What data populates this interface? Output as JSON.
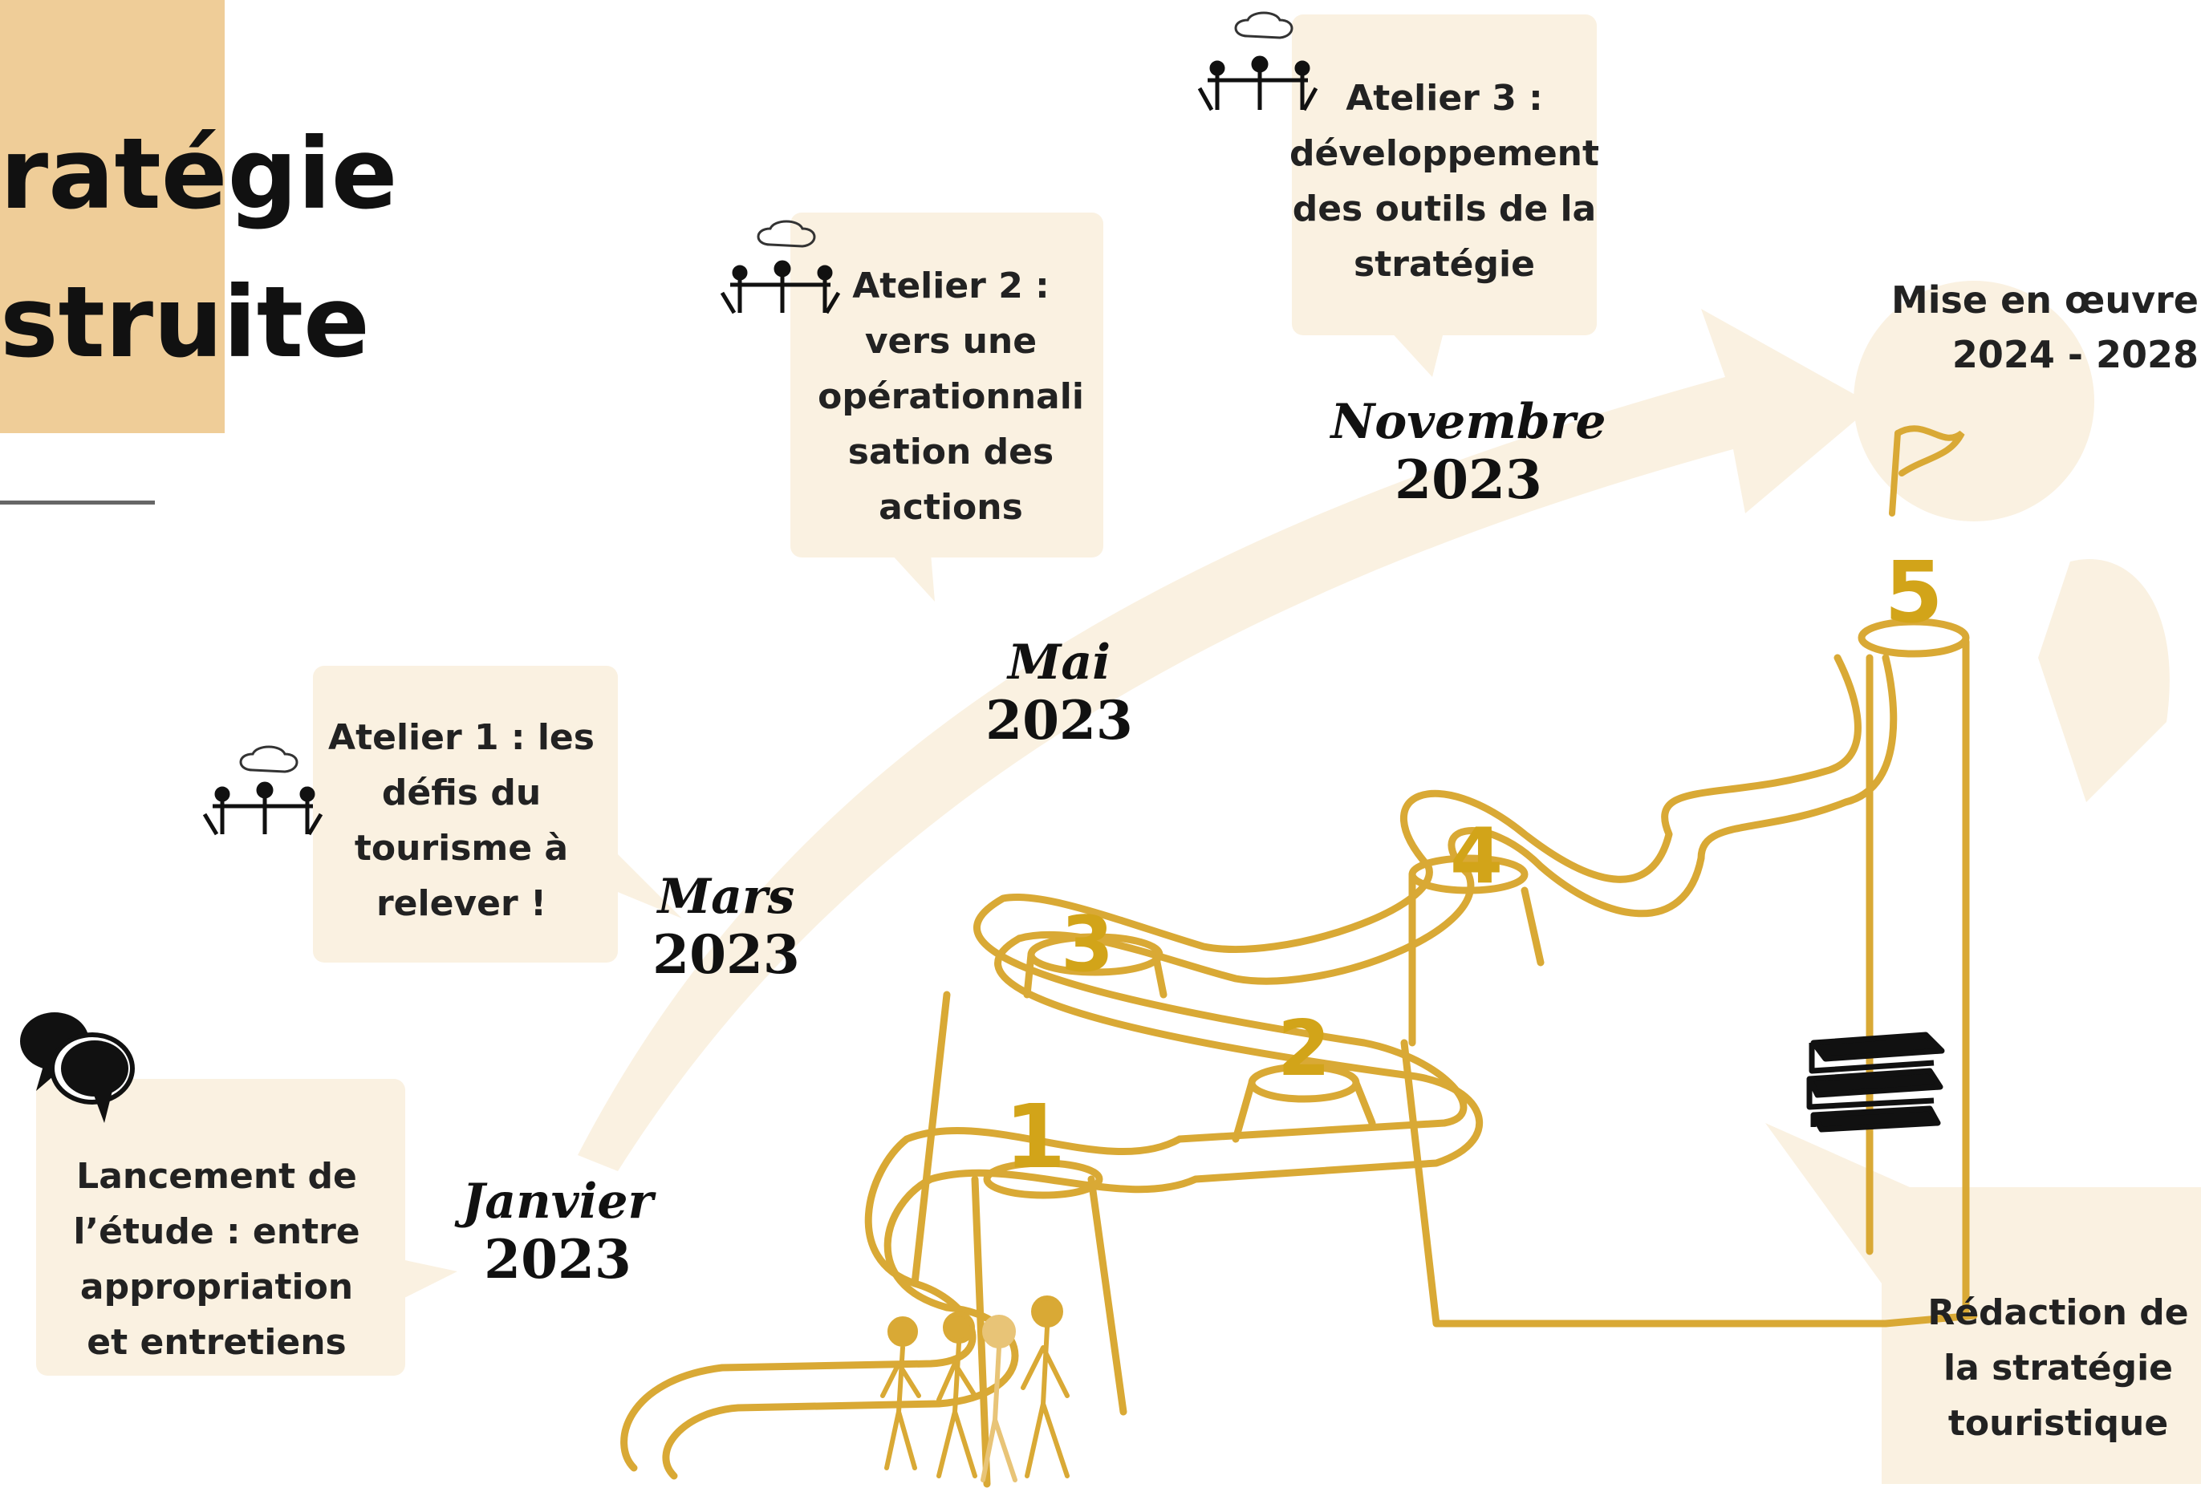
{
  "title": {
    "line1": "ratégie",
    "line2": "struite"
  },
  "milestones": [
    {
      "text": "Lancement de l’étude : entre appropriation et entretiens",
      "month": "Janvier",
      "year": "2023"
    },
    {
      "text": "Atelier 1 : les défis du tourisme à relever !",
      "month": "Mars",
      "year": "2023"
    },
    {
      "text": "Atelier 2 : vers une opérationnali sation des actions",
      "month": "Mai",
      "year": "2023"
    },
    {
      "text": "Atelier 3 : développement des outils de la stratégie",
      "month": "Novembre",
      "year": "2023"
    }
  ],
  "redaction": "Rédaction de la stratégie touristique",
  "implementation": {
    "line1": "Mise en œuvre",
    "line2": "2024 - 2028"
  },
  "steps": [
    "1",
    "2",
    "3",
    "4",
    "5"
  ],
  "colors": {
    "accent": "#efcd98",
    "bubble": "#faf1e1",
    "path": "#d9a935",
    "number": "#d2a419"
  },
  "icons": [
    "speech-bubbles-icon",
    "meeting-icon",
    "books-icon",
    "flag-icon",
    "walking-people-icon"
  ]
}
